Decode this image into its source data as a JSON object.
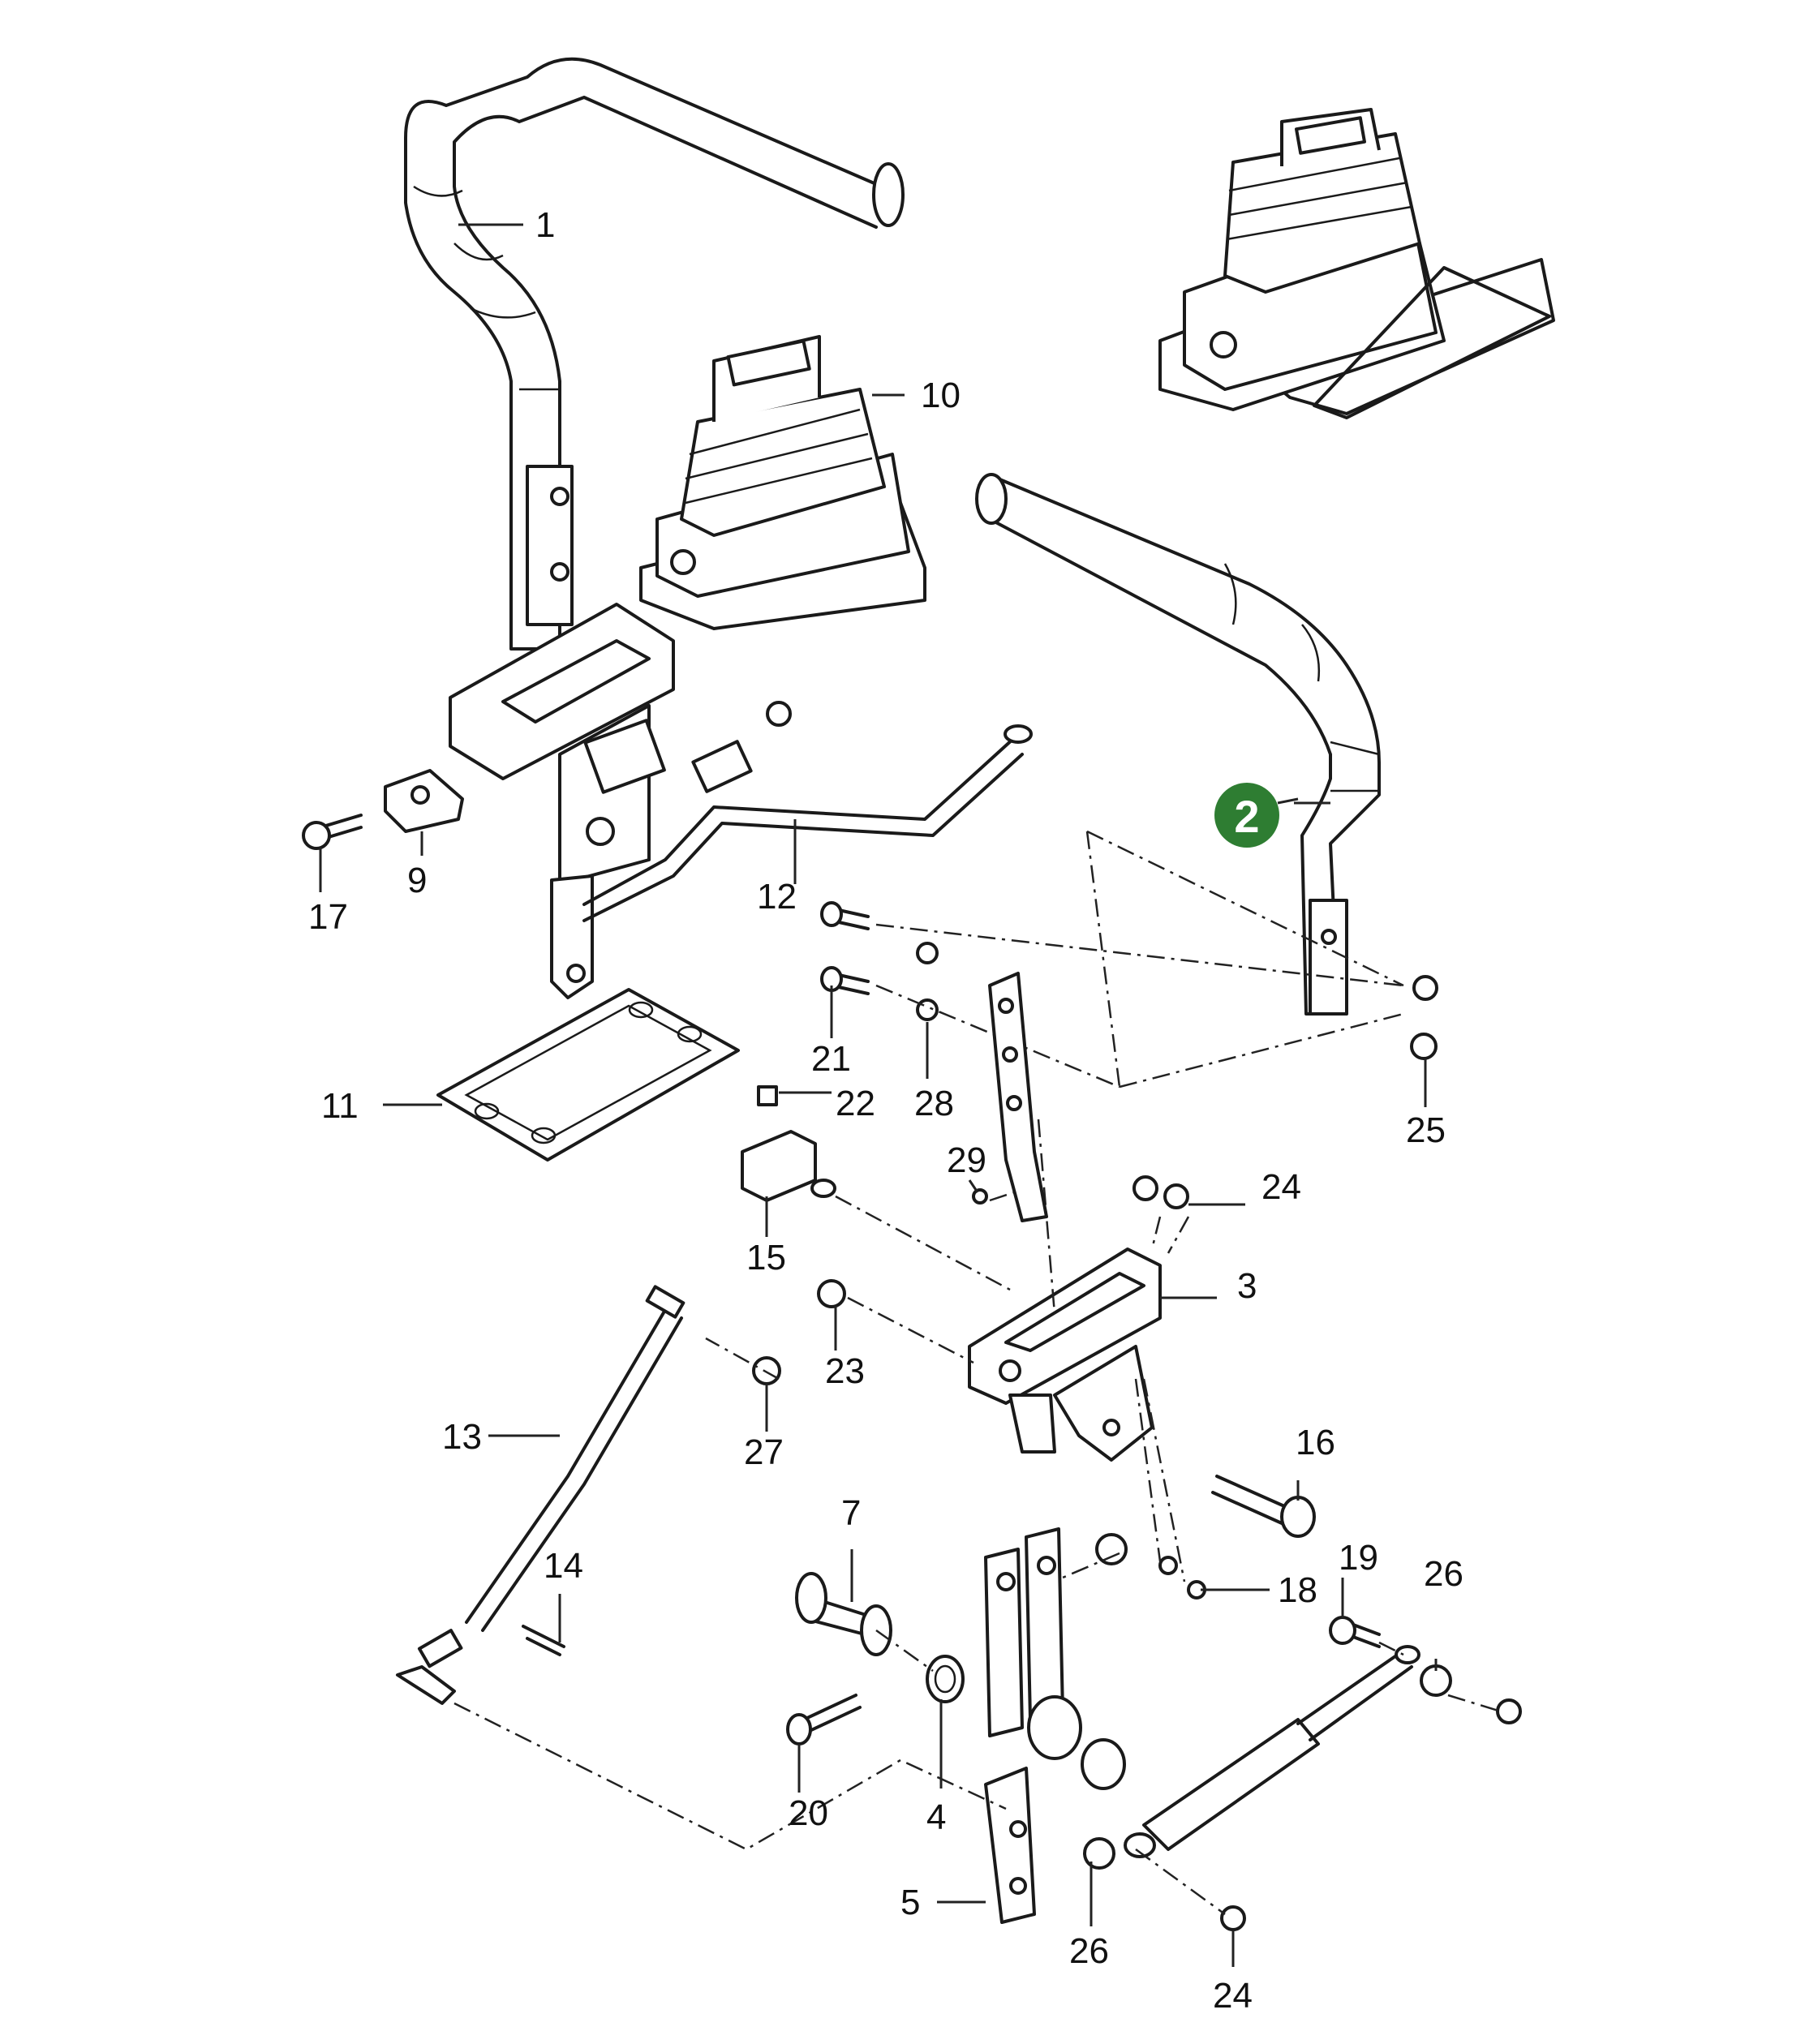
{
  "callouts": {
    "c1": "1",
    "c2": "2",
    "c3": "3",
    "c4": "4",
    "c5": "5",
    "c7": "7",
    "c9": "9",
    "c10": "10",
    "c11": "11",
    "c12": "12",
    "c13": "13",
    "c14": "14",
    "c15": "15",
    "c16": "16",
    "c17": "17",
    "c18": "18",
    "c19": "19",
    "c20": "20",
    "c21": "21",
    "c22": "22",
    "c23": "23",
    "c24a": "24",
    "c24b": "24",
    "c25": "25",
    "c26a": "26",
    "c26b": "26",
    "c27": "27",
    "c28": "28",
    "c29": "29"
  },
  "colors": {
    "badge": "#2e7d32",
    "line": "#1a1a1a",
    "background": "#ffffff"
  }
}
